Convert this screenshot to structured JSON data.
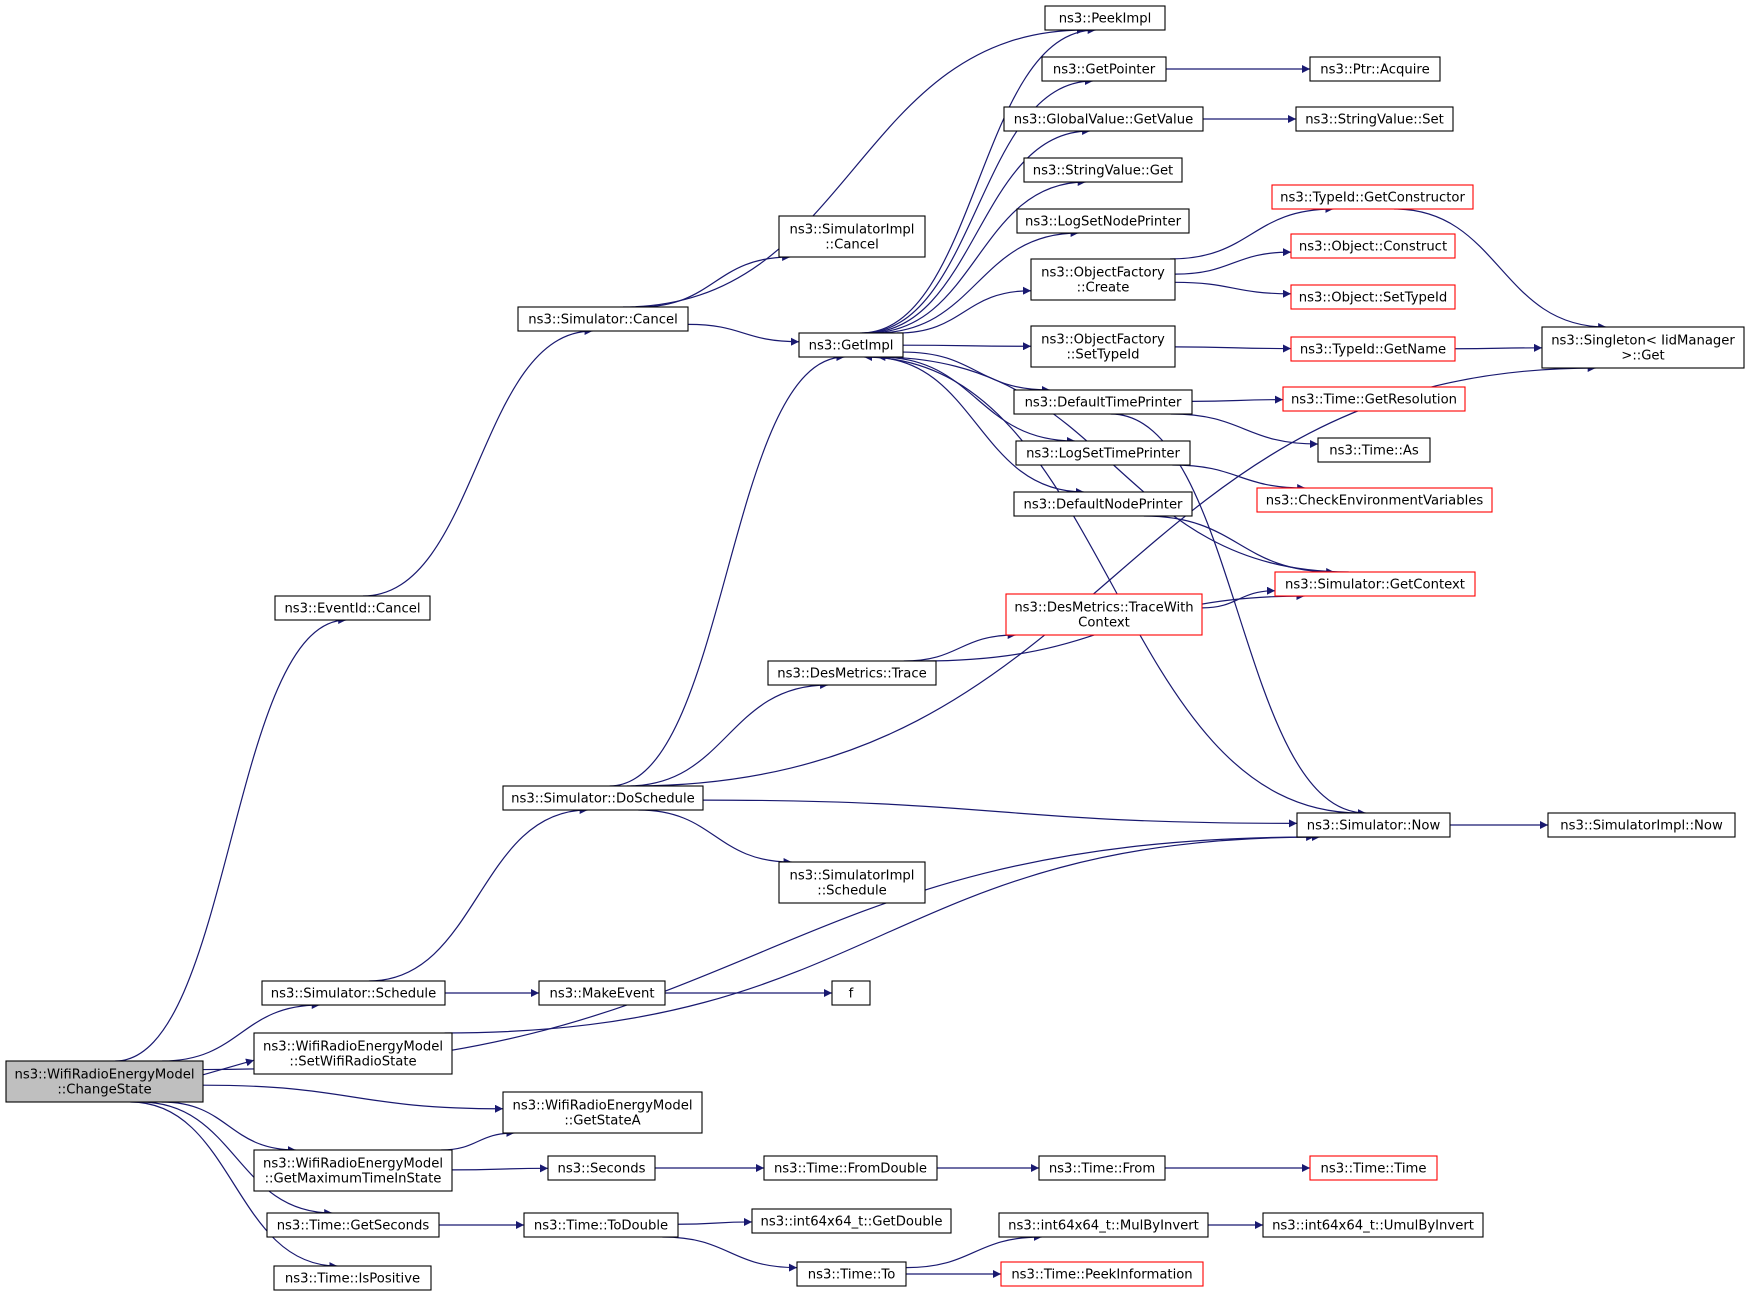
{
  "colors": {
    "edge": "#191970",
    "node_border": "#000000",
    "truncated_border": "#ff0000",
    "root_fill": "#bfbfbf",
    "background": "#ffffff"
  },
  "nodes": [
    {
      "id": "root",
      "lines": [
        "ns3::WifiRadioEnergyModel",
        "::ChangeState"
      ],
      "root": true
    },
    {
      "id": "eventid_cancel",
      "lines": [
        "ns3::EventId::Cancel"
      ]
    },
    {
      "id": "sim_cancel",
      "lines": [
        "ns3::Simulator::Cancel"
      ]
    },
    {
      "id": "simimpl_cancel",
      "lines": [
        "ns3::SimulatorImpl",
        "::Cancel"
      ]
    },
    {
      "id": "getimpl",
      "lines": [
        "ns3::GetImpl"
      ]
    },
    {
      "id": "peekimpl",
      "lines": [
        "ns3::PeekImpl"
      ]
    },
    {
      "id": "getpointer",
      "lines": [
        "ns3::GetPointer"
      ]
    },
    {
      "id": "ptr_acquire",
      "lines": [
        "ns3::Ptr::Acquire"
      ]
    },
    {
      "id": "gv_getvalue",
      "lines": [
        "ns3::GlobalValue::GetValue"
      ]
    },
    {
      "id": "sv_set",
      "lines": [
        "ns3::StringValue::Set"
      ]
    },
    {
      "id": "sv_get",
      "lines": [
        "ns3::StringValue::Get"
      ]
    },
    {
      "id": "logsetnodeprinter",
      "lines": [
        "ns3::LogSetNodePrinter"
      ]
    },
    {
      "id": "of_create",
      "lines": [
        "ns3::ObjectFactory",
        "::Create"
      ]
    },
    {
      "id": "typeid_getconstructor",
      "lines": [
        "ns3::TypeId::GetConstructor"
      ],
      "truncated": true
    },
    {
      "id": "object_construct",
      "lines": [
        "ns3::Object::Construct"
      ],
      "truncated": true
    },
    {
      "id": "object_settypeid",
      "lines": [
        "ns3::Object::SetTypeId"
      ],
      "truncated": true
    },
    {
      "id": "of_settypeid",
      "lines": [
        "ns3::ObjectFactory",
        "::SetTypeId"
      ]
    },
    {
      "id": "typeid_getname",
      "lines": [
        "ns3::TypeId::GetName"
      ],
      "truncated": true
    },
    {
      "id": "singleton_get",
      "lines": [
        "ns3::Singleton< IidManager",
        ">::Get"
      ]
    },
    {
      "id": "defaulttimeprinter",
      "lines": [
        "ns3::DefaultTimePrinter"
      ]
    },
    {
      "id": "time_getresolution",
      "lines": [
        "ns3::Time::GetResolution"
      ],
      "truncated": true
    },
    {
      "id": "time_as",
      "lines": [
        "ns3::Time::As"
      ]
    },
    {
      "id": "logsettimeprinter",
      "lines": [
        "ns3::LogSetTimePrinter"
      ]
    },
    {
      "id": "checkenv",
      "lines": [
        "ns3::CheckEnvironmentVariables"
      ],
      "truncated": true
    },
    {
      "id": "defaultnodeprinter",
      "lines": [
        "ns3::DefaultNodePrinter"
      ]
    },
    {
      "id": "sim_getcontext",
      "lines": [
        "ns3::Simulator::GetContext"
      ],
      "truncated": true
    },
    {
      "id": "desmetrics_tracewithcontext",
      "lines": [
        "ns3::DesMetrics::TraceWith",
        "Context"
      ],
      "truncated": true
    },
    {
      "id": "desmetrics_trace",
      "lines": [
        "ns3::DesMetrics::Trace"
      ]
    },
    {
      "id": "sim_doschedule",
      "lines": [
        "ns3::Simulator::DoSchedule"
      ]
    },
    {
      "id": "sim_now",
      "lines": [
        "ns3::Simulator::Now"
      ]
    },
    {
      "id": "simimpl_now",
      "lines": [
        "ns3::SimulatorImpl::Now"
      ]
    },
    {
      "id": "simimpl_schedule",
      "lines": [
        "ns3::SimulatorImpl",
        "::Schedule"
      ]
    },
    {
      "id": "sim_schedule",
      "lines": [
        "ns3::Simulator::Schedule"
      ]
    },
    {
      "id": "makeevent",
      "lines": [
        "ns3::MakeEvent"
      ]
    },
    {
      "id": "f",
      "lines": [
        "f"
      ]
    },
    {
      "id": "setwifiradiostate",
      "lines": [
        "ns3::WifiRadioEnergyModel",
        "::SetWifiRadioState"
      ]
    },
    {
      "id": "getstatea",
      "lines": [
        "ns3::WifiRadioEnergyModel",
        "::GetStateA"
      ]
    },
    {
      "id": "getmaxtimeinstate",
      "lines": [
        "ns3::WifiRadioEnergyModel",
        "::GetMaximumTimeInState"
      ]
    },
    {
      "id": "seconds",
      "lines": [
        "ns3::Seconds"
      ]
    },
    {
      "id": "time_fromdouble",
      "lines": [
        "ns3::Time::FromDouble"
      ]
    },
    {
      "id": "time_from",
      "lines": [
        "ns3::Time::From"
      ]
    },
    {
      "id": "time_time",
      "lines": [
        "ns3::Time::Time"
      ],
      "truncated": true
    },
    {
      "id": "time_getseconds",
      "lines": [
        "ns3::Time::GetSeconds"
      ]
    },
    {
      "id": "time_todouble",
      "lines": [
        "ns3::Time::ToDouble"
      ]
    },
    {
      "id": "int64_getdouble",
      "lines": [
        "ns3::int64x64_t::GetDouble"
      ]
    },
    {
      "id": "int64_mulbyinvert",
      "lines": [
        "ns3::int64x64_t::MulByInvert"
      ]
    },
    {
      "id": "int64_umulbyinvert",
      "lines": [
        "ns3::int64x64_t::UmulByInvert"
      ]
    },
    {
      "id": "time_to",
      "lines": [
        "ns3::Time::To"
      ]
    },
    {
      "id": "time_peekinformation",
      "lines": [
        "ns3::Time::PeekInformation"
      ],
      "truncated": true
    },
    {
      "id": "time_ispositive",
      "lines": [
        "ns3::Time::IsPositive"
      ]
    }
  ],
  "edges": [
    [
      "root",
      "eventid_cancel"
    ],
    [
      "root",
      "sim_now"
    ],
    [
      "root",
      "sim_schedule"
    ],
    [
      "root",
      "setwifiradiostate"
    ],
    [
      "root",
      "getstatea"
    ],
    [
      "root",
      "getmaxtimeinstate"
    ],
    [
      "root",
      "time_getseconds"
    ],
    [
      "root",
      "time_ispositive"
    ],
    [
      "eventid_cancel",
      "sim_cancel"
    ],
    [
      "sim_cancel",
      "simimpl_cancel"
    ],
    [
      "sim_cancel",
      "getimpl"
    ],
    [
      "sim_cancel",
      "peekimpl"
    ],
    [
      "getimpl",
      "peekimpl"
    ],
    [
      "getimpl",
      "getpointer"
    ],
    [
      "getimpl",
      "gv_getvalue"
    ],
    [
      "getimpl",
      "sv_get"
    ],
    [
      "getimpl",
      "logsetnodeprinter"
    ],
    [
      "getimpl",
      "of_create"
    ],
    [
      "getimpl",
      "of_settypeid"
    ],
    [
      "getimpl",
      "defaulttimeprinter"
    ],
    [
      "getimpl",
      "logsettimeprinter"
    ],
    [
      "getimpl",
      "defaultnodeprinter"
    ],
    [
      "getpointer",
      "ptr_acquire"
    ],
    [
      "gv_getvalue",
      "sv_set"
    ],
    [
      "of_create",
      "typeid_getconstructor"
    ],
    [
      "of_create",
      "object_construct"
    ],
    [
      "of_create",
      "object_settypeid"
    ],
    [
      "typeid_getconstructor",
      "singleton_get"
    ],
    [
      "of_settypeid",
      "typeid_getname"
    ],
    [
      "typeid_getname",
      "singleton_get"
    ],
    [
      "defaulttimeprinter",
      "time_getresolution"
    ],
    [
      "defaulttimeprinter",
      "time_as"
    ],
    [
      "defaulttimeprinter",
      "sim_now"
    ],
    [
      "logsettimeprinter",
      "checkenv"
    ],
    [
      "defaultnodeprinter",
      "sim_getcontext"
    ],
    [
      "sim_getcontext",
      "getimpl"
    ],
    [
      "desmetrics_trace",
      "desmetrics_tracewithcontext"
    ],
    [
      "desmetrics_trace",
      "sim_getcontext"
    ],
    [
      "desmetrics_tracewithcontext",
      "sim_getcontext"
    ],
    [
      "sim_doschedule",
      "getimpl"
    ],
    [
      "sim_doschedule",
      "desmetrics_trace"
    ],
    [
      "sim_doschedule",
      "singleton_get"
    ],
    [
      "sim_doschedule",
      "sim_now"
    ],
    [
      "sim_doschedule",
      "simimpl_schedule"
    ],
    [
      "sim_now",
      "getimpl"
    ],
    [
      "sim_now",
      "simimpl_now"
    ],
    [
      "sim_schedule",
      "sim_doschedule"
    ],
    [
      "sim_schedule",
      "makeevent"
    ],
    [
      "makeevent",
      "f"
    ],
    [
      "setwifiradiostate",
      "sim_now"
    ],
    [
      "getmaxtimeinstate",
      "getstatea"
    ],
    [
      "getmaxtimeinstate",
      "seconds"
    ],
    [
      "seconds",
      "time_fromdouble"
    ],
    [
      "time_fromdouble",
      "time_from"
    ],
    [
      "time_from",
      "time_time"
    ],
    [
      "time_getseconds",
      "time_todouble"
    ],
    [
      "time_todouble",
      "int64_getdouble"
    ],
    [
      "time_todouble",
      "time_to"
    ],
    [
      "time_to",
      "int64_mulbyinvert"
    ],
    [
      "time_to",
      "time_peekinformation"
    ],
    [
      "int64_mulbyinvert",
      "int64_umulbyinvert"
    ]
  ]
}
